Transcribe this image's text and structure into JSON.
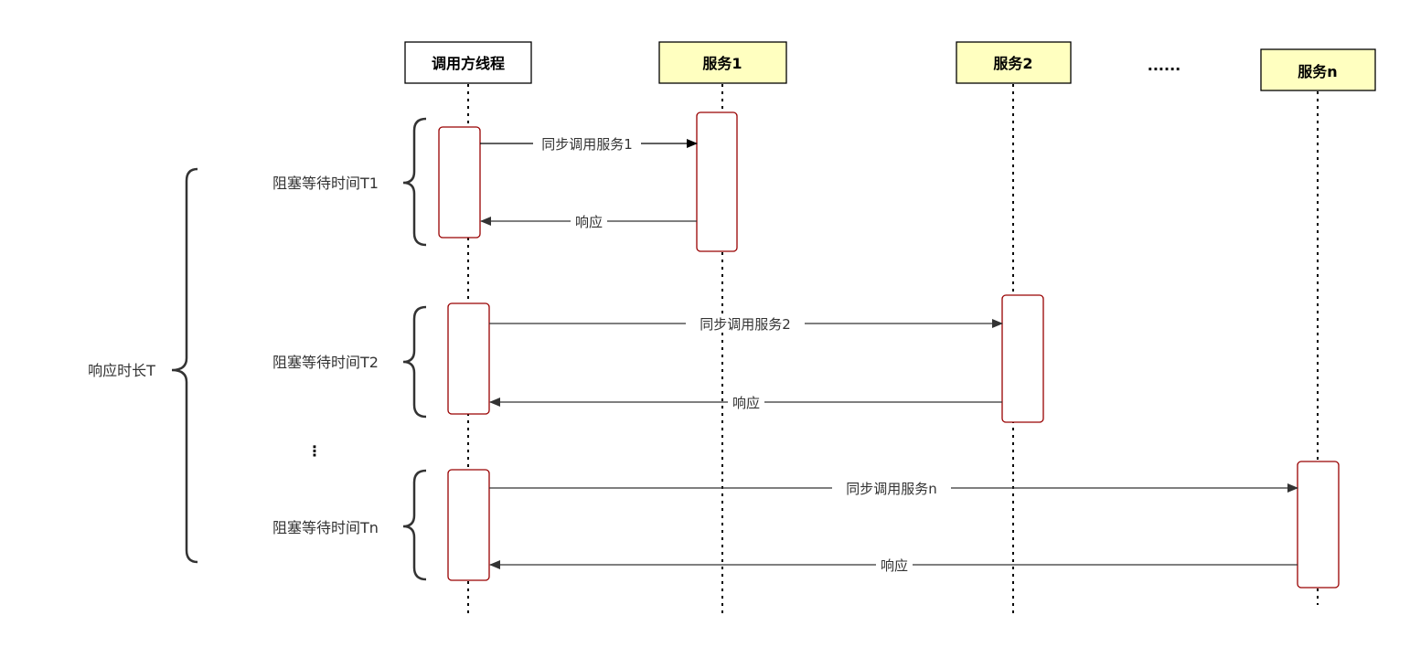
{
  "colors": {
    "caller_fill": "#ffffff",
    "service_fill": "#ffffc0",
    "activation_stroke": "#990000",
    "line": "#000000",
    "arrow": "#333333",
    "text": "#333333"
  },
  "participants": {
    "caller": "调用方线程",
    "s1": "服务1",
    "s2": "服务2",
    "ellipsis": "......",
    "sn": "服务n"
  },
  "messages": {
    "call1": "同步调用服务1",
    "resp1": "响应",
    "call2": "同步调用服务2",
    "resp2": "响应",
    "calln": "同步调用服务n",
    "respn": "响应"
  },
  "waits": {
    "t1": "阻塞等待时间T1",
    "t2": "阻塞等待时间T2",
    "tn": "阻塞等待时间Tn"
  },
  "total": "响应时长T",
  "vertical_ellipsis": "⋮"
}
